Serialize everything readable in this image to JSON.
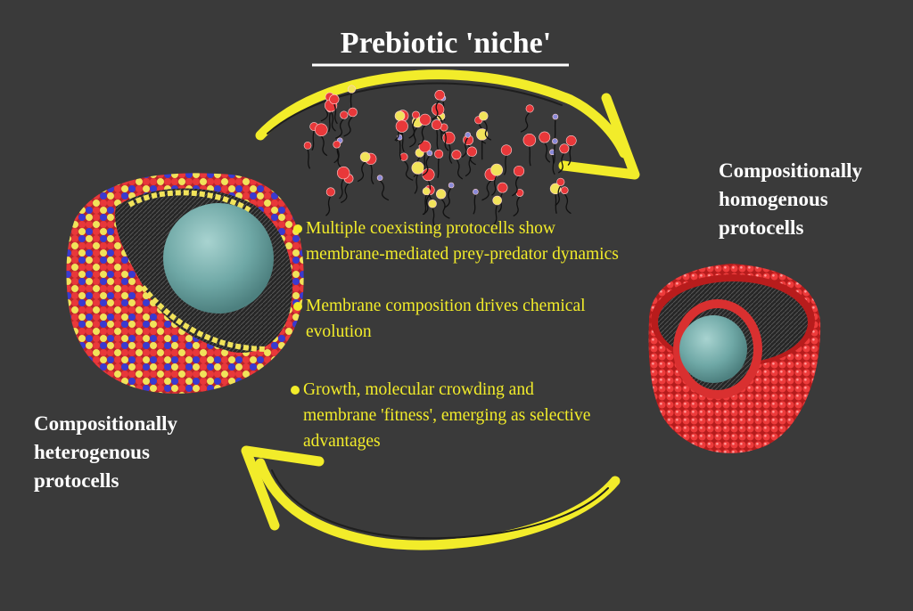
{
  "title": "Prebiotic 'niche'",
  "labels": {
    "homogenous": [
      "Compositionally",
      "homogenous",
      "protocells"
    ],
    "heterogenous": [
      "Compositionally",
      "heterogenous",
      "protocells"
    ]
  },
  "bullets": [
    [
      "Multiple coexisting protocells show",
      "membrane-mediated prey-predator dynamics"
    ],
    [
      "Membrane composition drives chemical",
      "evolution"
    ],
    [
      "Growth, molecular crowding and",
      "membrane 'fitness', emerging as selective",
      "advantages"
    ]
  ],
  "colors": {
    "background": "#3a3a3a",
    "arrow": "#f2ec2a",
    "text_accent": "#f2ec2a",
    "lipid_red": "#e8383a",
    "lipid_yellow": "#f1e35a",
    "lipid_blue": "#3a3ad0",
    "core": "#7fb3b3"
  },
  "icons": {
    "top_arrow": "curved-arrow-right-icon",
    "bottom_arrow": "curved-arrow-left-icon",
    "heterogenous_protocell": "heterogenous-protocell-icon",
    "homogenous_protocell": "homogenous-protocell-icon",
    "lipids": "lipid-molecules-icon"
  }
}
